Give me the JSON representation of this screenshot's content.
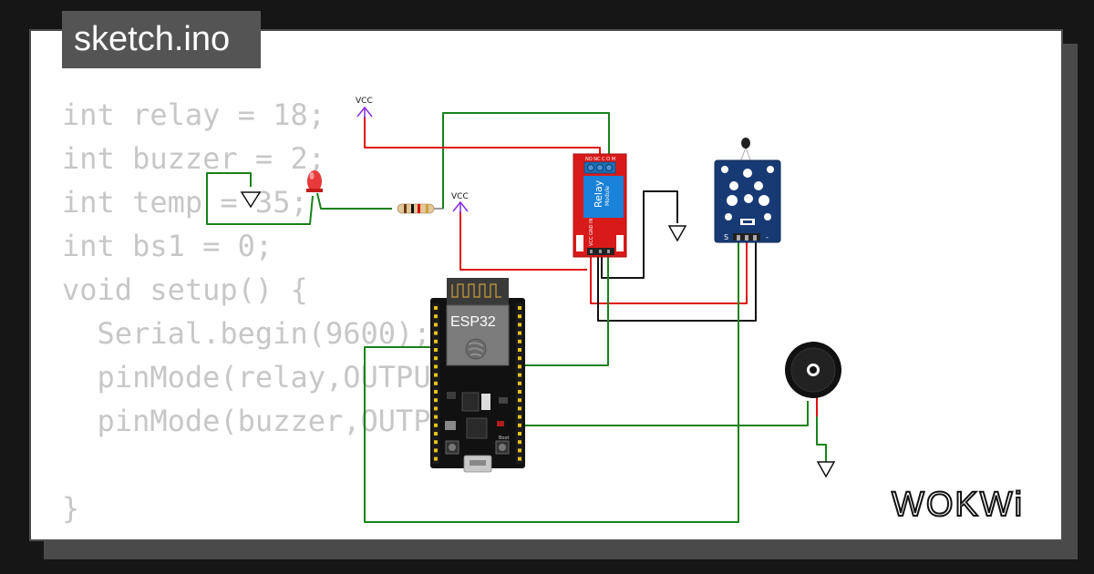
{
  "title": "sketch.ino",
  "code_lines": [
    "int relay = 18;",
    "int buzzer = 2;",
    "int temp = 35;",
    "int bs1 = 0;",
    "void setup() {",
    "  Serial.begin(9600);",
    "  pinMode(relay,OUTPU",
    "  pinMode(buzzer,OUTP",
    "",
    "}"
  ],
  "circuit": {
    "vcc_label_1": "VCC",
    "vcc_label_2": "VCC",
    "esp32_label": "ESP32",
    "relay_pins_top": "NO NC C O M",
    "relay_label": "Relay",
    "relay_sub": "Module",
    "relay_pins_bottom": "VCC GND IN",
    "sensor_s": "S",
    "sensor_minus": "-",
    "boot_label": "Boot"
  },
  "logo": "WOKWi",
  "colors": {
    "wire_green": "#17821a",
    "wire_red": "#e01010",
    "wire_black": "#111111",
    "vcc_purple": "#8a2be2",
    "relay_red": "#d91a1a",
    "sensor_blue": "#183a74"
  }
}
